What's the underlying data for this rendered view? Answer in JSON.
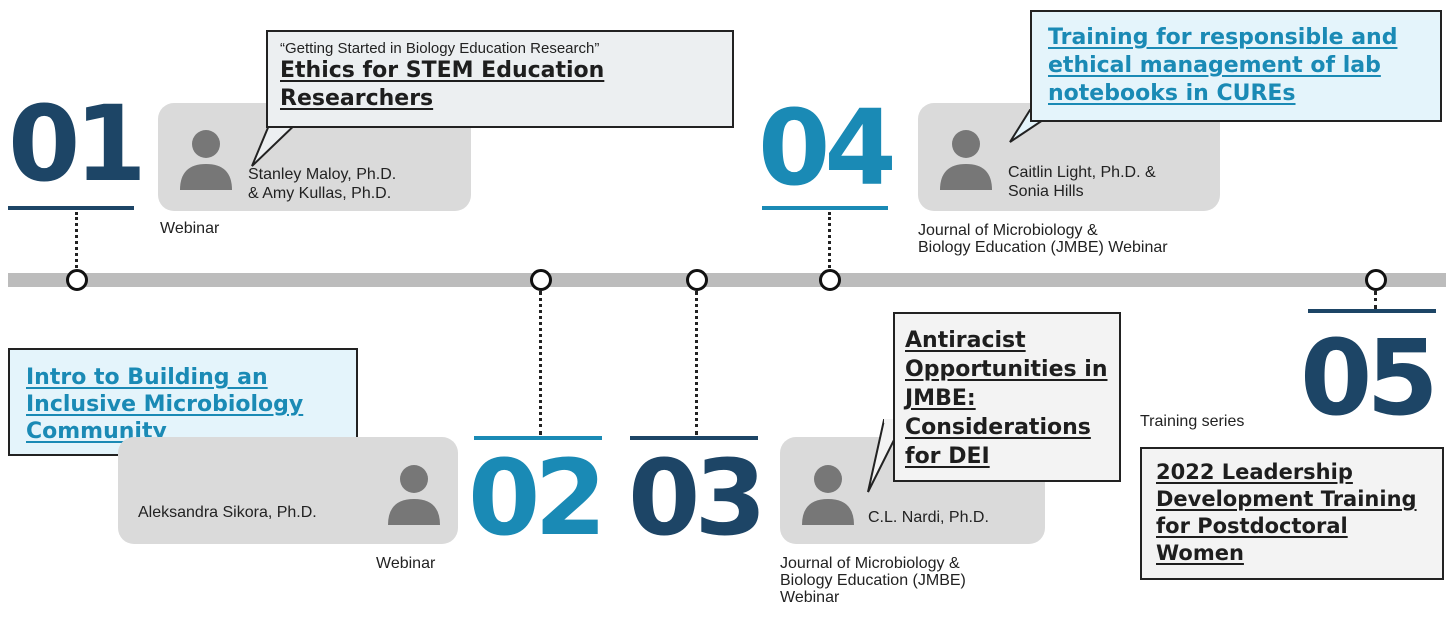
{
  "events": [
    {
      "number": "01",
      "format": "Webinar",
      "presenter_line1": "Stanley Maloy, Ph.D.",
      "presenter_line2": "& Amy Kullas, Ph.D.",
      "series": "“Getting Started in Biology Education Research”",
      "title": "Ethics for STEM Education Researchers",
      "color": "#1d4566"
    },
    {
      "number": "02",
      "format": "Webinar",
      "presenter_line1": "Aleksandra Sikora, Ph.D.",
      "title": "Intro to Building an Inclusive Microbiology Community",
      "color": "#1a8ab5"
    },
    {
      "number": "03",
      "format_line1": "Journal of Microbiology &",
      "format_line2": "Biology Education (JMBE)",
      "format_line3": "Webinar",
      "presenter_line1": "C.L. Nardi, Ph.D.",
      "title": "Antiracist Opportunities in JMBE: Considerations for DEI",
      "color": "#1d4566"
    },
    {
      "number": "04",
      "format_line1": "Journal of Microbiology &",
      "format_line2": "Biology Education (JMBE) Webinar",
      "presenter_line1": "Caitlin Light, Ph.D. &",
      "presenter_line2": "Sonia Hills",
      "title": "Training for responsible and ethical management of lab notebooks in CUREs",
      "color": "#1a8ab5"
    },
    {
      "number": "05",
      "format": "Training series",
      "title": "2022 Leadership Development Training for Postdoctoral Women",
      "color": "#1d4566"
    }
  ],
  "icons": {
    "avatar": "person-silhouette-icon"
  },
  "colors": {
    "timeline": "#bcbcbc",
    "card": "#dadada",
    "link_blue": "#1a8ab5",
    "dark_navy": "#1d4566"
  }
}
